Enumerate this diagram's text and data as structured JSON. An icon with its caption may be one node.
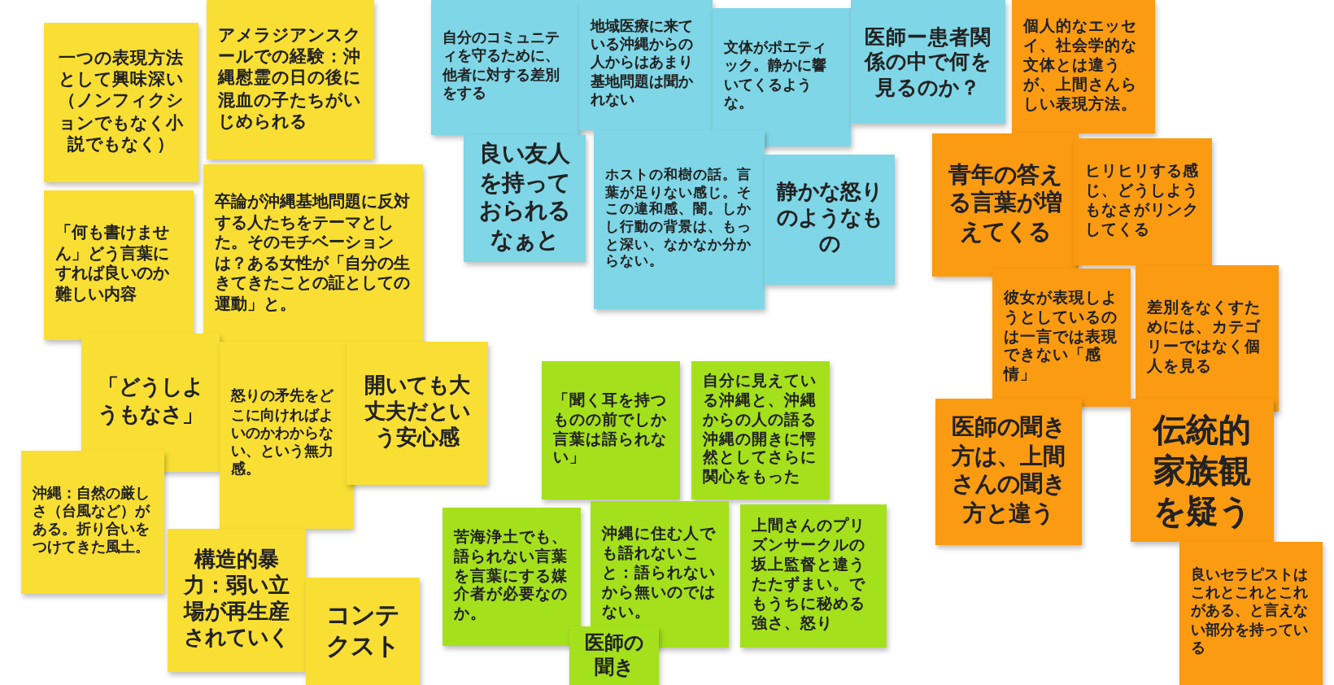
{
  "diagram": {
    "nodes": [
      {
        "text": [
          "一つの表現方法として興味深い（ノンフィクションでもなく小説でもなく）"
        ]
      },
      {
        "text": [
          "アメラジアンスクールでの経験：沖縄慰霊の日の後に混血の子たちがいじめられる"
        ]
      },
      {
        "text": [
          "「何も書けません」どう言葉にすれば良いのか難しい内容"
        ]
      },
      {
        "text": [
          "卒論が沖縄基地問題に反対する人たちをテーマとした。そのモチベーションは？ある女性が「自分の生きてきたことの証としての運動」と。"
        ]
      },
      {
        "text": [
          "「どうしようもなさ」"
        ]
      },
      {
        "text": [
          "怒りの矛先をどこに向ければよいのかわからない、という無力感。"
        ]
      },
      {
        "text": [
          "開いても大丈夫だという安心感"
        ]
      },
      {
        "text": [
          "沖縄：自然の厳しさ（台風など）がある。折り合いをつけてきた風土。"
        ]
      },
      {
        "text": [
          "構造的暴力：弱い立場が再生産されていく"
        ]
      },
      {
        "text": [
          "コンテクスト"
        ]
      },
      {
        "text": [
          "自分のコミュニティを守るために、他者に対する差別をする"
        ]
      },
      {
        "text": [
          "地域医療に来ている沖縄からの人からはあまり基地問題は聞かれない"
        ]
      },
      {
        "text": [
          "文体がポエティック。静かに響いてくるような。"
        ]
      },
      {
        "text": [
          "医師ー患者関係の中で何を見るのか？"
        ]
      },
      {
        "text": [
          "良い友人を持っておられるなぁと"
        ]
      },
      {
        "text": [
          "ホストの和樹の話。言葉が足りない感じ。そこの違和感、闇。しかし行動の背景は、もっと深い、なかなか分からない。"
        ]
      },
      {
        "text": [
          "静かな怒りのようなもの"
        ]
      },
      {
        "text": [
          "「聞く耳を持つものの前でしか言葉は語られない」"
        ]
      },
      {
        "text": [
          "自分に見えている沖縄と、沖縄からの人の語る沖縄の開きに愕然としてさらに関心をもった"
        ]
      },
      {
        "text": [
          "苦海浄土でも、語られない言葉を言葉にする媒介者が必要なのか。"
        ]
      },
      {
        "text": [
          "沖縄に住む人でも語れないこと：語られないから無いのではない。"
        ]
      },
      {
        "text": [
          "上間さんのプリズンサークルの坂上監督と違うたたずまい。でもうちに秘める強さ、怒り"
        ]
      },
      {
        "text": [
          "医師の聞き"
        ]
      },
      {
        "text": [
          "個人的なエッセイ、社会学的な文体とは違うが、上間さんらしい表現方法。"
        ]
      },
      {
        "text": [
          "青年の答える言葉が増えてくる"
        ]
      },
      {
        "text": [
          "ヒリヒリする感じ、どうしようもなさがリンクしてくる"
        ]
      },
      {
        "text": [
          "彼女が表現しようとしているのは一言では表現できない「感情」"
        ]
      },
      {
        "text": [
          "差別をなくすためには、カテゴリーではなく個人を見る"
        ]
      },
      {
        "text": [
          "医師の聞き方は、上間さんの聞き方と違う"
        ]
      },
      {
        "text": [
          "伝統的家族観を疑う"
        ]
      },
      {
        "text": [
          "良いセラピストはこれとこれとこれがある、と言えない部分を持っている"
        ]
      }
    ]
  }
}
